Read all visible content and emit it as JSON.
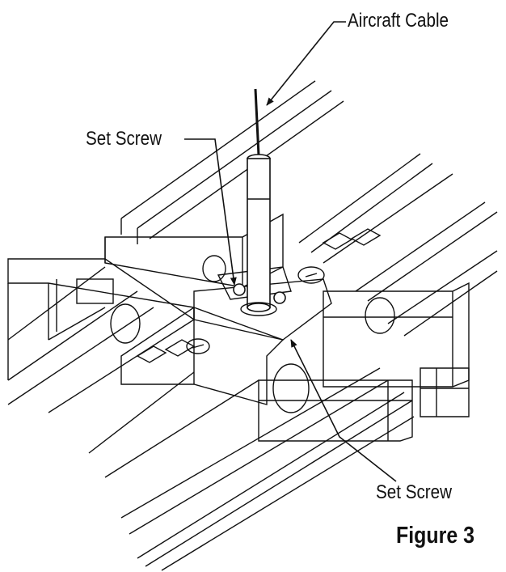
{
  "labels": {
    "aircraft_cable": "Aircraft Cable",
    "set_screw_top": "Set Screw",
    "set_screw_bottom": "Set Screw"
  },
  "caption": "Figure 3",
  "colors": {
    "line": "#111111",
    "background": "#ffffff"
  }
}
